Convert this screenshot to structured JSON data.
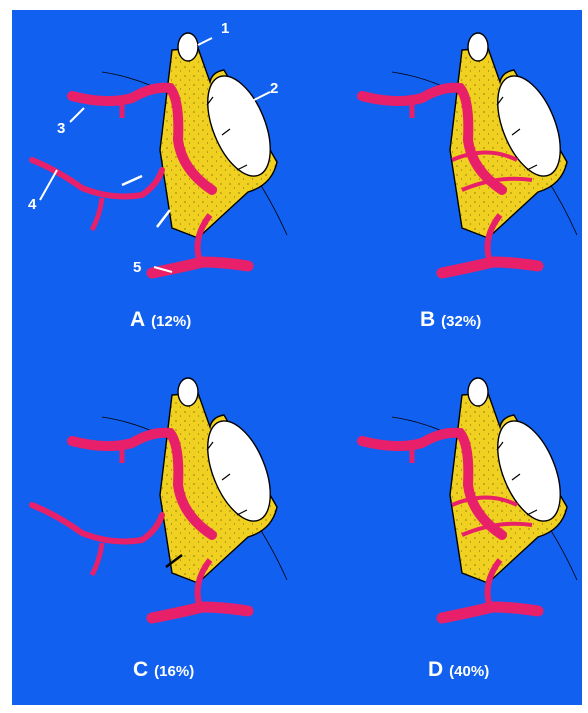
{
  "colors": {
    "background": "#1160f0",
    "tissue": "#f0d020",
    "vessel": "#e8206a",
    "cut_surface": "#ffffff",
    "outline": "#000000",
    "label": "#ffffff"
  },
  "panels": [
    {
      "letter": "A",
      "percent": "(12%)"
    },
    {
      "letter": "B",
      "percent": "(32%)"
    },
    {
      "letter": "C",
      "percent": "(16%)"
    },
    {
      "letter": "D",
      "percent": "(40%)"
    }
  ],
  "callouts": [
    "1",
    "2",
    "3",
    "4",
    "5"
  ],
  "icons": {
    "arrow": "arrow-icon"
  }
}
